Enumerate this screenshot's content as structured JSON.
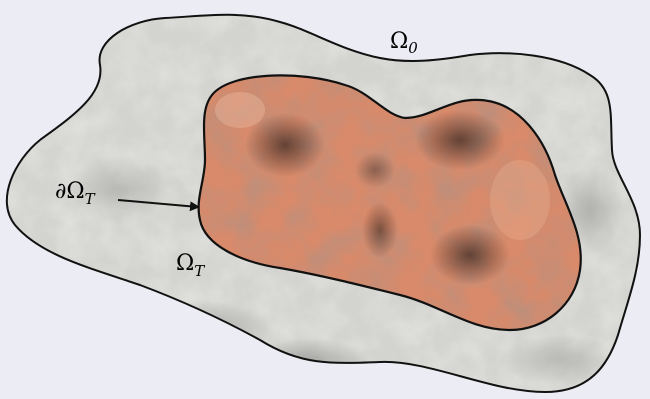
{
  "labels": {
    "outer_domain": {
      "symbol": "Ω",
      "subscript": "0"
    },
    "inner_domain": {
      "symbol": "Ω",
      "subscript": "T"
    },
    "inner_boundary": {
      "symbol": "∂Ω",
      "subscript": "T"
    }
  },
  "colors": {
    "background": "#ececf4",
    "outer_region_fill": "#d2d2cf",
    "inner_region_fill": "#d98a6a",
    "outline": "#111111"
  }
}
